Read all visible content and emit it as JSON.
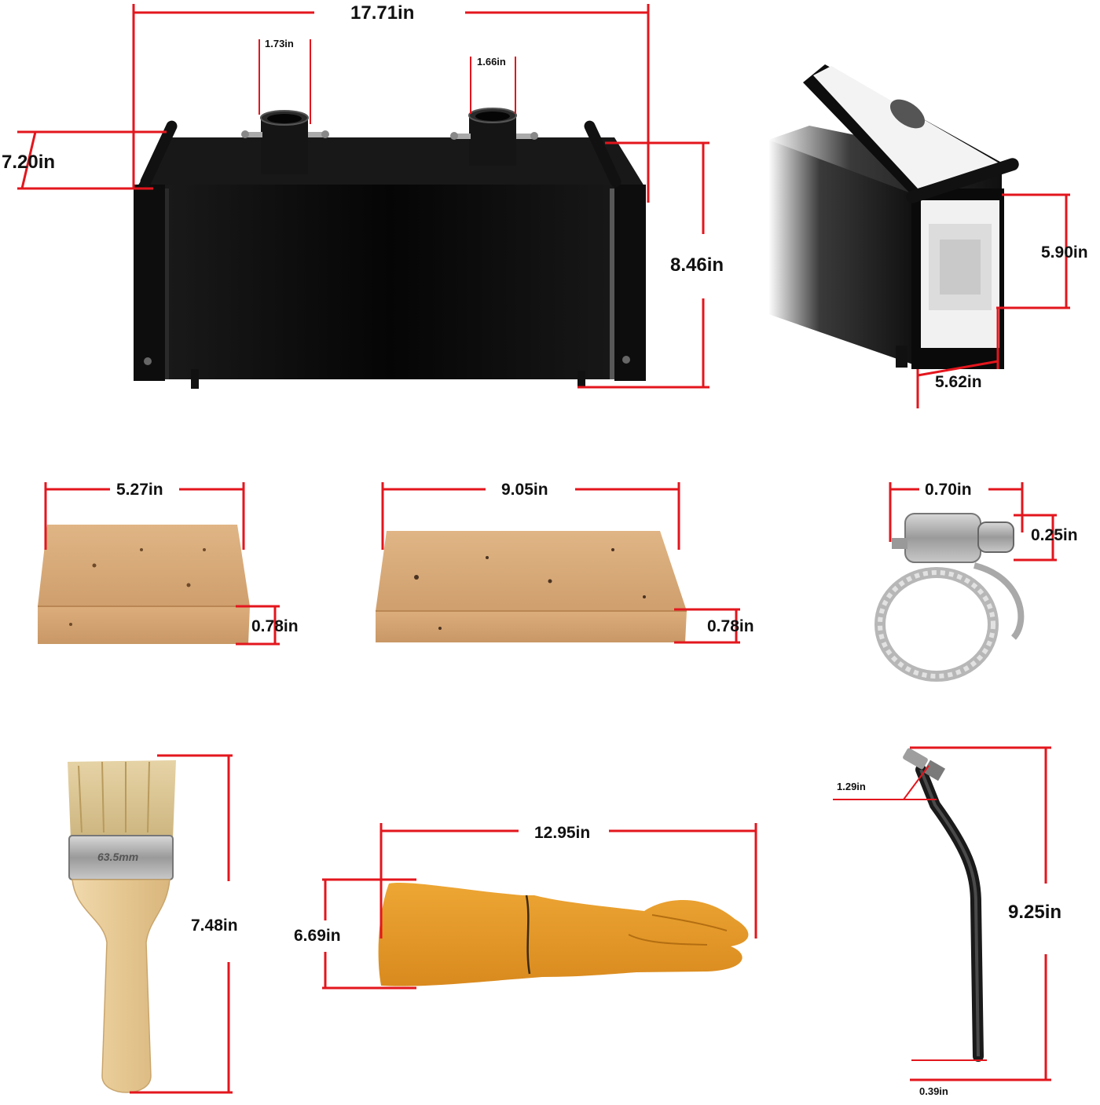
{
  "colors": {
    "dimension_line": "#e3161d",
    "forge_body": "#0b0b0b",
    "brick": "#d4a774",
    "glove": "#e69a2a",
    "brush_handle": "#e8cfa0",
    "insulation": "#f2f2f2"
  },
  "forge": {
    "length": "17.71in",
    "left_height": "7.20in",
    "right_height": "8.46in",
    "port_left": "1.73in",
    "port_right": "1.66in"
  },
  "forge_end": {
    "height": "5.90in",
    "width": "5.62in"
  },
  "brick_small": {
    "width": "5.27in",
    "thickness": "0.78in"
  },
  "brick_large": {
    "width": "9.05in",
    "thickness": "0.78in"
  },
  "clamp": {
    "width": "0.70in",
    "height": "0.25in"
  },
  "brush": {
    "length": "7.48in",
    "ferrule_text": "63.5mm"
  },
  "glove": {
    "length": "12.95in",
    "height": "6.69in"
  },
  "rod": {
    "length": "9.25in",
    "bend": "1.29in",
    "diameter": "0.39in"
  }
}
